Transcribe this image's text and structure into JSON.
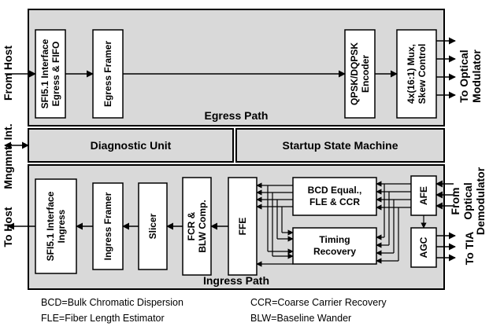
{
  "egress": {
    "title": "Egress Path",
    "blocks": {
      "sfi_egress": "SFI5.1 Interface\nEgress & FIFO",
      "egress_framer": "Egress Framer",
      "encoder": "QPSK/DQPSK\nEncoder",
      "mux": "4x(16:1) Mux,\nSkew Control"
    }
  },
  "middle": {
    "diagnostic": "Diagnostic Unit",
    "startup": "Startup State Machine"
  },
  "ingress": {
    "title": "Ingress Path",
    "blocks": {
      "sfi_ingress": "SFI5.1 Interface\nIngress",
      "ingress_framer": "Ingress Framer",
      "slicer": "Slicer",
      "fcr": "FCR &\nBLW Comp.",
      "ffe": "FFE",
      "bcd": "BCD Equal.,\nFLE & CCR",
      "timing": "Timing\nRecovery",
      "afe": "AFE",
      "agc": "AGC"
    }
  },
  "side_labels": {
    "from_host": "From Host",
    "mngmnt": "Mngmnt. Int.",
    "to_host": "To Host",
    "to_optical_modulator": "To Optical\nModulator",
    "from_optical_demodulator": "From\nOptical\nDemodulator",
    "to_tia": "To TIA"
  },
  "legend": {
    "bcd": "BCD=Bulk Chromatic Dispersion",
    "ccr": "CCR=Coarse Carrier Recovery",
    "fle": "FLE=Fiber Length Estimator",
    "blw": "BLW=Baseline Wander"
  }
}
